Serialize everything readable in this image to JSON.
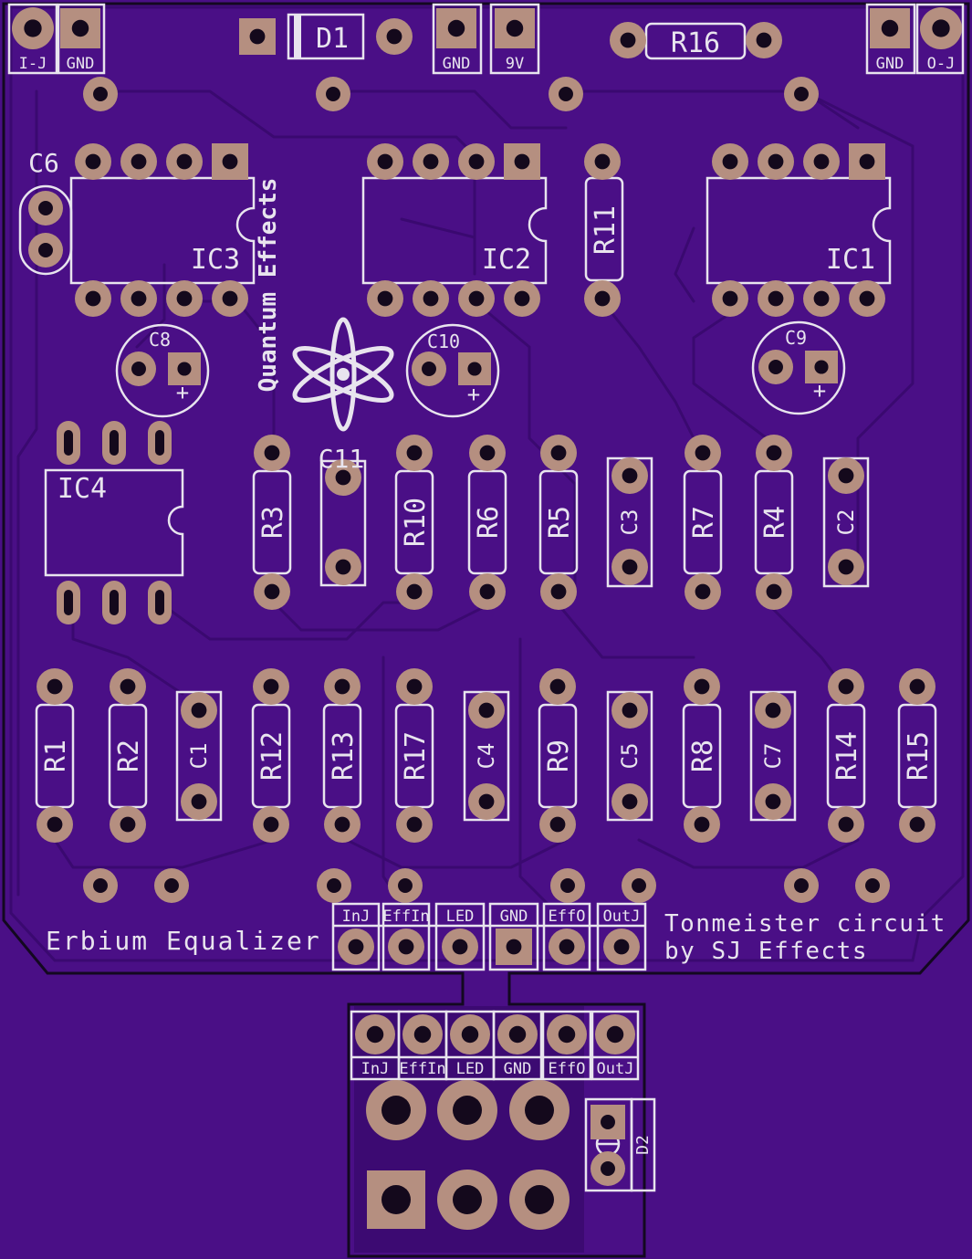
{
  "board": {
    "title": "Erbium Equalizer",
    "credit_line1": "Tonmeister circuit",
    "credit_line2": "by SJ Effects",
    "logo_text": "Quantum Effects",
    "colors": {
      "board": "#4a0f86",
      "board_dark": "#3c0a72",
      "silkscreen": "#e8e4ee",
      "copper_pad": "#b58f80",
      "drill": "#14091c"
    }
  },
  "top_connectors": [
    "I-J",
    "GND",
    "GND",
    "9V",
    "GND",
    "O-J"
  ],
  "diode_labels": [
    "D1",
    "D2"
  ],
  "ic_labels": [
    "IC1",
    "IC2",
    "IC3",
    "IC4"
  ],
  "resistors_top_row": [
    "R3",
    "R10",
    "R6",
    "R5",
    "R7",
    "R4"
  ],
  "resistors_vertical_misc": [
    "R11",
    "R16"
  ],
  "caps_top_row": [
    "C11",
    "C3",
    "C2"
  ],
  "electrolytic_caps": [
    "C8",
    "C10",
    "C9",
    "C6"
  ],
  "bottom_row": [
    "R1",
    "R2",
    "C1",
    "R12",
    "R13",
    "R17",
    "C4",
    "R9",
    "C5",
    "R8",
    "C7",
    "R14",
    "R15"
  ],
  "header_labels": [
    "InJ",
    "EffIn",
    "LED",
    "GND",
    "EffO",
    "OutJ"
  ],
  "polarity_mark": "+"
}
